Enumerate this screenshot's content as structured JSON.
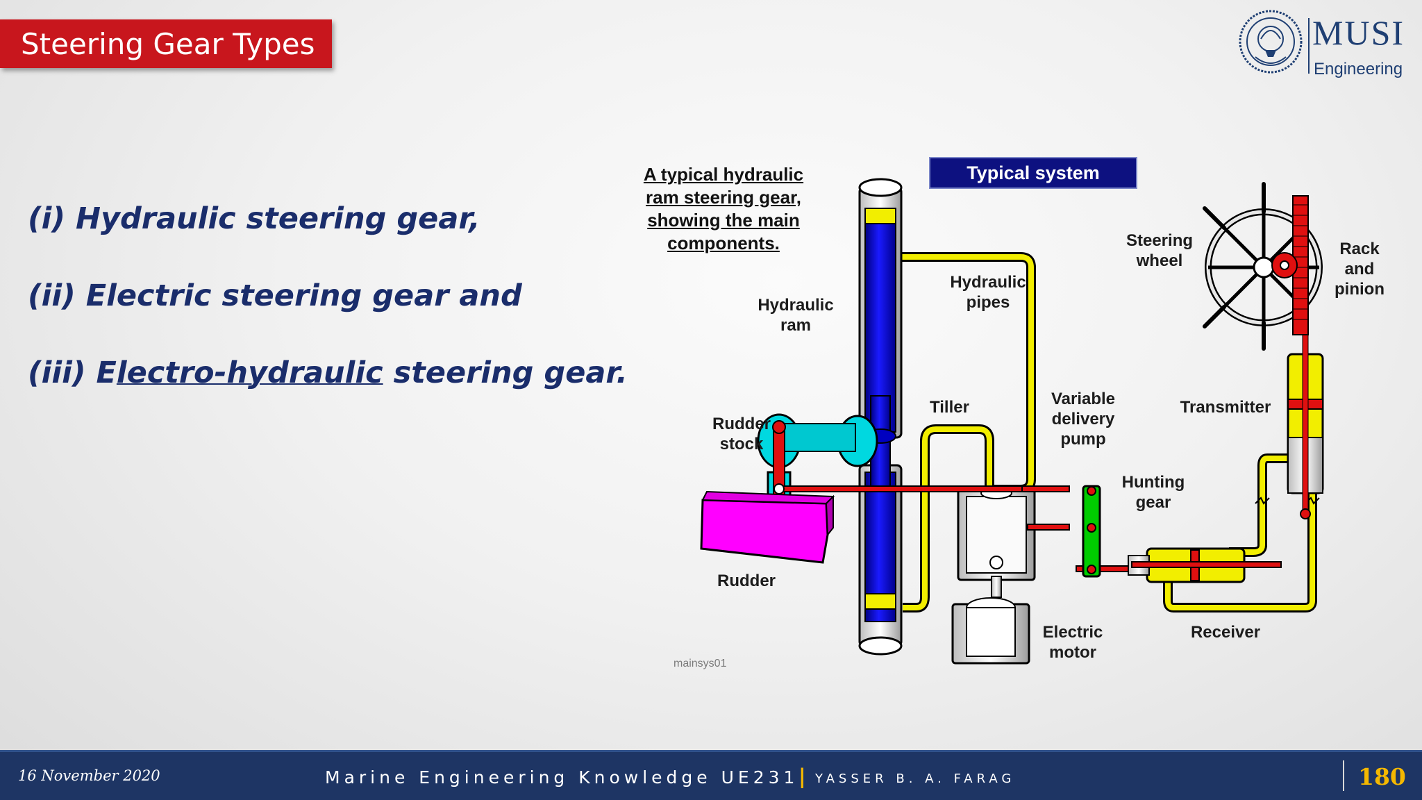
{
  "slide_title": "Steering Gear Types",
  "logo": {
    "name": "MUSI",
    "subtitle": "Engineering"
  },
  "bullets": [
    {
      "text": "(i) Hydraulic steering gear,"
    },
    {
      "text": "(ii) Electric steering gear and"
    },
    {
      "prefix": "(iii) E",
      "underlined": "lectro-hydraulic",
      "suffix": " steering gear."
    }
  ],
  "diagram": {
    "caption": "A typical hydraulic\nram steering gear,\nshowing the main\ncomponents.",
    "header": "Typical system",
    "code": "mainsys01",
    "labels": {
      "hydraulic_ram": "Hydraulic\nram",
      "hydraulic_pipes": "Hydraulic\npipes",
      "steering_wheel": "Steering\nwheel",
      "rack_pinion": "Rack\nand\npinion",
      "tiller": "Tiller",
      "variable_pump": "Variable\ndelivery\npump",
      "transmitter": "Transmitter",
      "rudder_stock": "Rudder\nstock",
      "hunting_gear": "Hunting\ngear",
      "rudder": "Rudder",
      "electric_motor": "Electric\nmotor",
      "receiver": "Receiver"
    },
    "colors": {
      "ram": "#0000e0",
      "pipe": "#f2ee00",
      "rudder": "#ff00ff",
      "linkage": "#e01010",
      "stock": "#00d0d0",
      "hunting": "#00cc00",
      "rack": "#e01010"
    }
  },
  "footer": {
    "date": "16 November 2020",
    "course": "Marine Engineering Knowledge UE231",
    "separator": "|",
    "author": "YASSER B. A. FARAG",
    "page": "180"
  }
}
